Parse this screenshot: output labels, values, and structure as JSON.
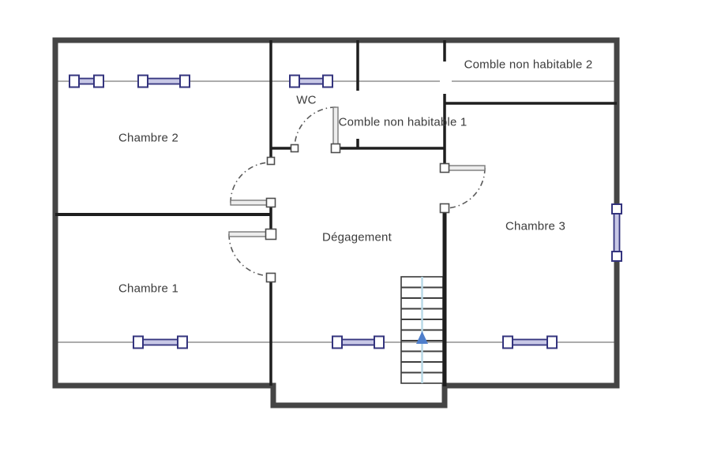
{
  "plan": {
    "rooms": {
      "chambre1": {
        "label": "Chambre 1"
      },
      "chambre2": {
        "label": "Chambre 2"
      },
      "chambre3": {
        "label": "Chambre 3"
      },
      "wc": {
        "label": "WC"
      },
      "comble1": {
        "label": "Comble non habitable 1"
      },
      "comble2": {
        "label": "Comble non habitable 2"
      },
      "degagement": {
        "label": "Dégagement"
      }
    },
    "stairs": {
      "direction_arrow": "up"
    },
    "colors": {
      "background": "#ffffff",
      "wall-outer": "#454545",
      "wall-inner": "#1e1e1e",
      "guide-line": "#7a7a7a",
      "window-accent": "#34347e",
      "window-glass": "#c8c8e6",
      "door-leaf-fill": "#ededed",
      "door-leaf-stroke": "#7a7a7a",
      "door-swing": "#5a5a5a",
      "stair-tread": "#3f3f3f",
      "stair-guide": "#b7d8e6",
      "stair-arrow": "#4e7ecb",
      "label-text": "#3b3b3b"
    }
  }
}
